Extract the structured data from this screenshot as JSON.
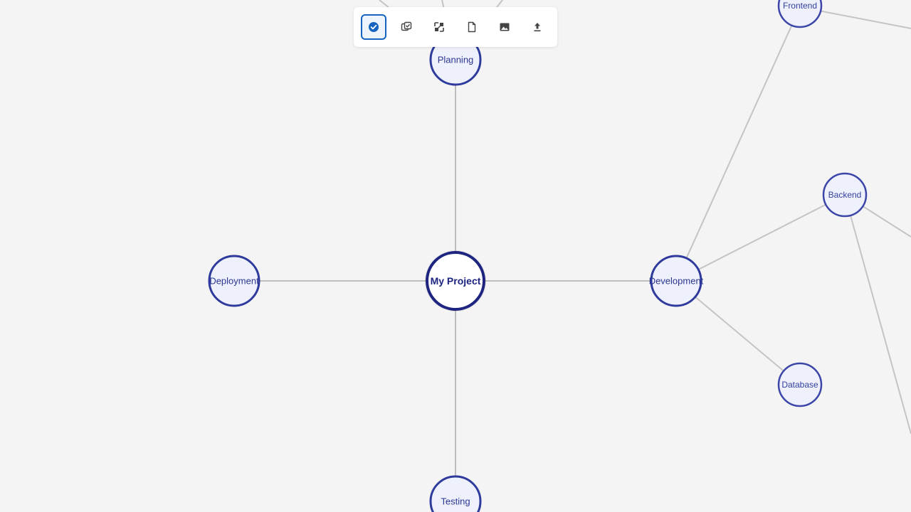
{
  "toolbar": {
    "tools": [
      {
        "name": "select",
        "icon": "check-circle-icon",
        "active": true
      },
      {
        "name": "multi-select",
        "icon": "layers-check-icon",
        "active": false
      },
      {
        "name": "layout",
        "icon": "fit-layout-icon",
        "active": false
      },
      {
        "name": "new-document",
        "icon": "document-icon",
        "active": false
      },
      {
        "name": "export-image",
        "icon": "image-icon",
        "active": false
      },
      {
        "name": "export",
        "icon": "upload-icon",
        "active": false
      }
    ],
    "accent_color": "#1565c0"
  },
  "mindmap": {
    "root": "My Project",
    "branches": [
      {
        "label": "Planning"
      },
      {
        "label": "Deployment"
      },
      {
        "label": "Development"
      },
      {
        "label": "Testing"
      }
    ],
    "development_children": [
      {
        "label": "Frontend"
      },
      {
        "label": "Backend"
      },
      {
        "label": "Database"
      }
    ]
  }
}
